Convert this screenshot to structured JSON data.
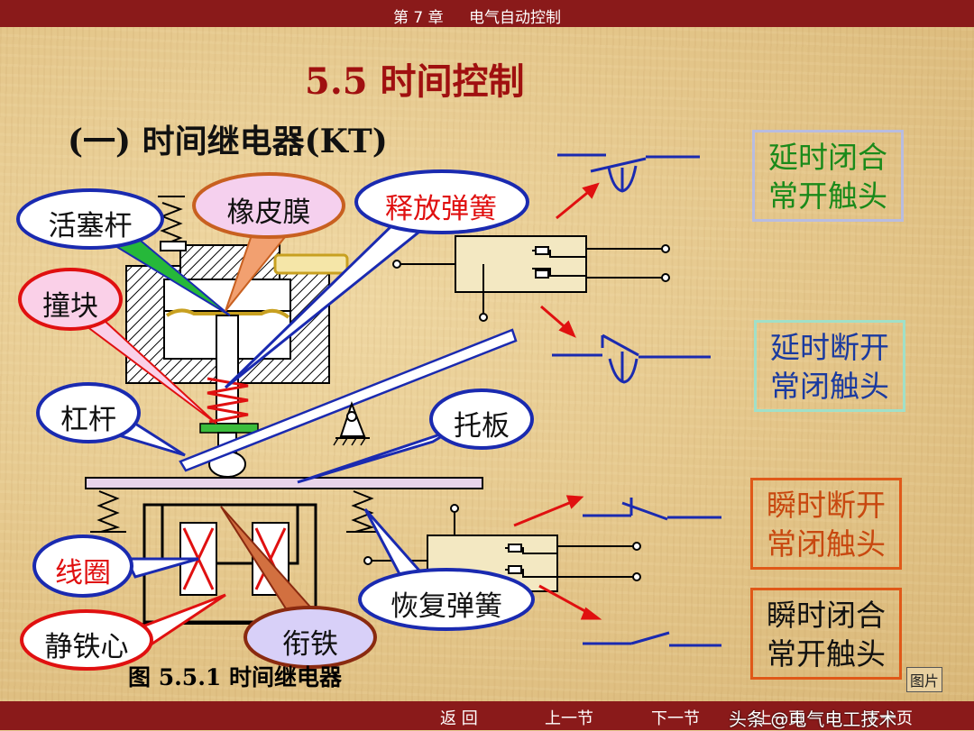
{
  "header": {
    "chapter": "第 7 章",
    "chapter_title": "电气自动控制"
  },
  "slide": {
    "title": "5.5   时间控制",
    "subtitle": "(一) 时间继电器(KT)",
    "caption": "图 5.5.1   时间继电器"
  },
  "callouts": {
    "piston_rod": "活塞杆",
    "rubber_membrane": "橡皮膜",
    "release_spring": "释放弹簧",
    "striker": "撞块",
    "lever": "杠杆",
    "support_plate": "托板",
    "coil": "线圈",
    "return_spring": "恢复弹簧",
    "static_core": "静铁心",
    "armature": "衔铁"
  },
  "contact_boxes": [
    {
      "line1": "延时闭合",
      "line2": "常开触头"
    },
    {
      "line1": "延时断开",
      "line2": "常闭触头"
    },
    {
      "line1": "瞬时断开",
      "line2": "常闭触头"
    },
    {
      "line1": "瞬时闭合",
      "line2": "常开触头"
    }
  ],
  "corner_tag": "图片",
  "nav": {
    "back": "返   回",
    "prev_section": "上一节",
    "next_section": "下一节",
    "prev_page": "上一页",
    "next_page": "下一页"
  },
  "watermark": "头条 @电气电工技术",
  "colors": {
    "bar": "#8a1a1a",
    "title": "#a01010",
    "diagram_blue": "#1a2ab0",
    "accent_red": "#e01010"
  }
}
